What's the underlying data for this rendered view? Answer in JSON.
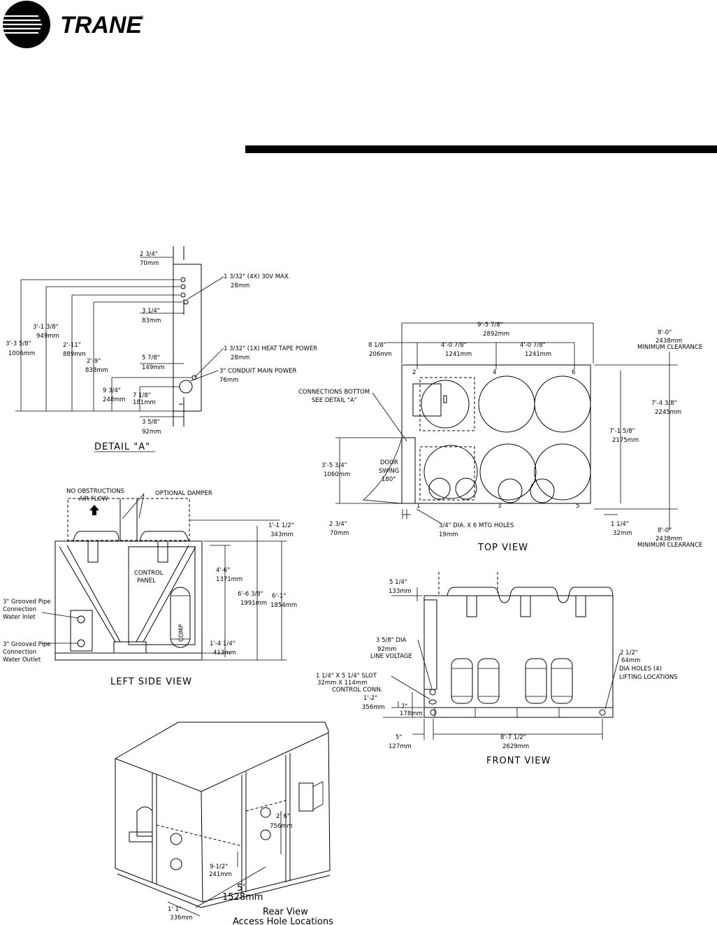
{
  "brand": {
    "name": "TRANE",
    "mark": "®"
  },
  "detail_a": {
    "d1": "2 3/4\"",
    "d1m": "70mm",
    "holes": "1 3/32\" (4X) 30V MAX.",
    "holes_m": "28mm",
    "d2": "3 1/4\"",
    "d2m": "83mm",
    "d3": "5 7/8\"",
    "d3m": "149mm",
    "heat": "1 3/32\" (1X) HEAT TAPE POWER",
    "heat_m": "28mm",
    "cond": "3\" CONDUIT MAIN POWER",
    "cond_m": "76mm",
    "d4": "9 3/4\"",
    "d4m": "248mm",
    "d5": "7 1/8\"",
    "d5m": "181mm",
    "d6": "3 5/8\"",
    "d6m": "92mm",
    "h1": "3'-3 5/8\"",
    "h1m": "1006mm",
    "h2": "3'-1 3/8\"",
    "h2m": "949mm",
    "h3": "2'-11\"",
    "h3m": "889mm",
    "h4": "2'-9\"",
    "h4m": "838mm",
    "title": "DETAIL \"A\""
  },
  "top_view": {
    "overall": "9'-5 7/8\"",
    "overall_m": "2892mm",
    "a": "8 1/8\"",
    "am": "206mm",
    "b": "4'-0 7/8\"",
    "bm": "1241mm",
    "c": "4'-0 7/8\"",
    "cm": "1241mm",
    "clear_top": "8'-0\"",
    "clear_top_m": "2438mm",
    "clear_top_note": "MINIMUM CLEARANCE",
    "width": "7'-4 3/8\"",
    "width_m": "2245mm",
    "inner": "7'-1 5/8\"",
    "inner_m": "2175mm",
    "conn1": "CONNECTIONS BOTTOM",
    "conn2": "SEE DETAIL \"A\"",
    "door": "3'-5 3/4\"",
    "door_m": "1060mm",
    "swing1": "DOOR",
    "swing2": "SWING",
    "swing3": "180°",
    "left": "2 3/4\"",
    "left_m": "70mm",
    "mtg": "3/4\" DIA. X 6 MTG HOLES",
    "mtg_m": "19mm",
    "right": "1 1/4\"",
    "right_m": "32mm",
    "clear_bot": "8'-0\"",
    "clear_bot_m": "2438mm",
    "clear_bot_note": "MINIMUM CLEARANCE",
    "n1": "1",
    "n2": "2",
    "n3": "3",
    "n4": "4",
    "n5": "5",
    "n6": "6",
    "title": "TOP VIEW"
  },
  "left_view": {
    "noobs1": "NO OBSTRUCTIONS",
    "noobs2": "AIR FLOW",
    "damper": "OPTIONAL DAMPER",
    "e1": "1'-1 1/2\"",
    "e1m": "343mm",
    "e2": "4'-6\"",
    "e2m": "1371mm",
    "e3": "6'-6 3/8\"",
    "e3m": "1991mm",
    "e4": "6'-1\"",
    "e4m": "1854mm",
    "e5": "1'-4 1/4\"",
    "e5m": "413mm",
    "panel1": "CONTROL",
    "panel2": "PANEL",
    "comp": "COMP",
    "in1": "3\" Grooved Pipe",
    "in2": "Connection",
    "in3": "Water Inlet",
    "out1": "3\" Grooved Pipe",
    "out2": "Connection",
    "out3": "Water Outlet",
    "title": "LEFT SIDE VIEW"
  },
  "front_view": {
    "f1": "5 1/4\"",
    "f1m": "133mm",
    "f2": "3 5/8\" DIA",
    "f2m": "92mm",
    "f2n": "LINE VOLTAGE",
    "f3": "1 1/4\" X 5 1/4\" SLOT",
    "f3m": "32mm X 114mm",
    "f3n": "CONTROL CONN.",
    "f4": "1'-2\"",
    "f4m": "356mm",
    "f5": "7\"",
    "f5m": "178mm",
    "f6": "5\"",
    "f6m": "127mm",
    "f7": "8'-7 1/2\"",
    "f7m": "2629mm",
    "lift": "2 1/2\"",
    "lift_m": "64mm",
    "lift1": "DIA HOLES (4)",
    "lift2": "LIFTING LOCATIONS",
    "title": "FRONT VIEW"
  },
  "rear_view": {
    "r1": "2' 6\"",
    "r1m": "756mm",
    "r2": "9-1/2\"",
    "r2m": "241mm",
    "r3": "5'",
    "r3m": "1528mm",
    "r4": "1' 1\"",
    "r4m": "336mm",
    "title1": "Rear View",
    "title2": "Access Hole Locations"
  }
}
